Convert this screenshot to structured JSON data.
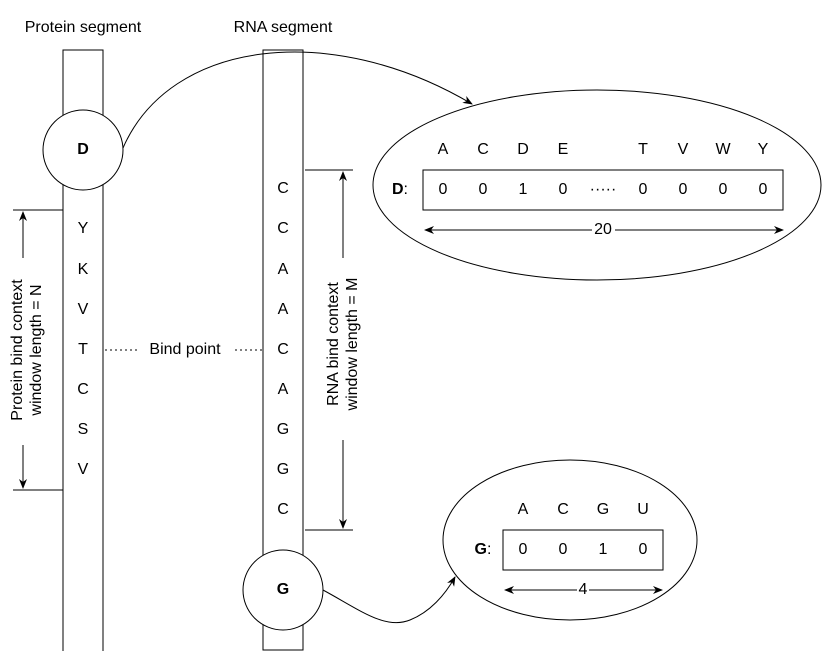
{
  "labels": {
    "protein_segment": "Protein segment",
    "rna_segment": "RNA segment",
    "bind_point": "Bind point",
    "protein_window_line1": "Protein bind context",
    "protein_window_line2": "window length = N",
    "rna_window_line1": "RNA bind context",
    "rna_window_line2": "window length = M"
  },
  "protein": {
    "highlight": "D",
    "residues": [
      "Y",
      "K",
      "V",
      "T",
      "C",
      "S",
      "V"
    ]
  },
  "rna": {
    "highlight": "G",
    "bases": [
      "C",
      "C",
      "A",
      "A",
      "C",
      "A",
      "G",
      "G",
      "C"
    ]
  },
  "protein_encoding": {
    "key": "D",
    "colon": ":",
    "headers": [
      "A",
      "C",
      "D",
      "E",
      "T",
      "V",
      "W",
      "Y"
    ],
    "values": [
      "0",
      "0",
      "1",
      "0",
      "0",
      "0",
      "0",
      "0"
    ],
    "ellipsis": "·····",
    "length": "20"
  },
  "rna_encoding": {
    "key": "G",
    "colon": ":",
    "headers": [
      "A",
      "C",
      "G",
      "U"
    ],
    "values": [
      "0",
      "0",
      "1",
      "0"
    ],
    "length": "4"
  }
}
